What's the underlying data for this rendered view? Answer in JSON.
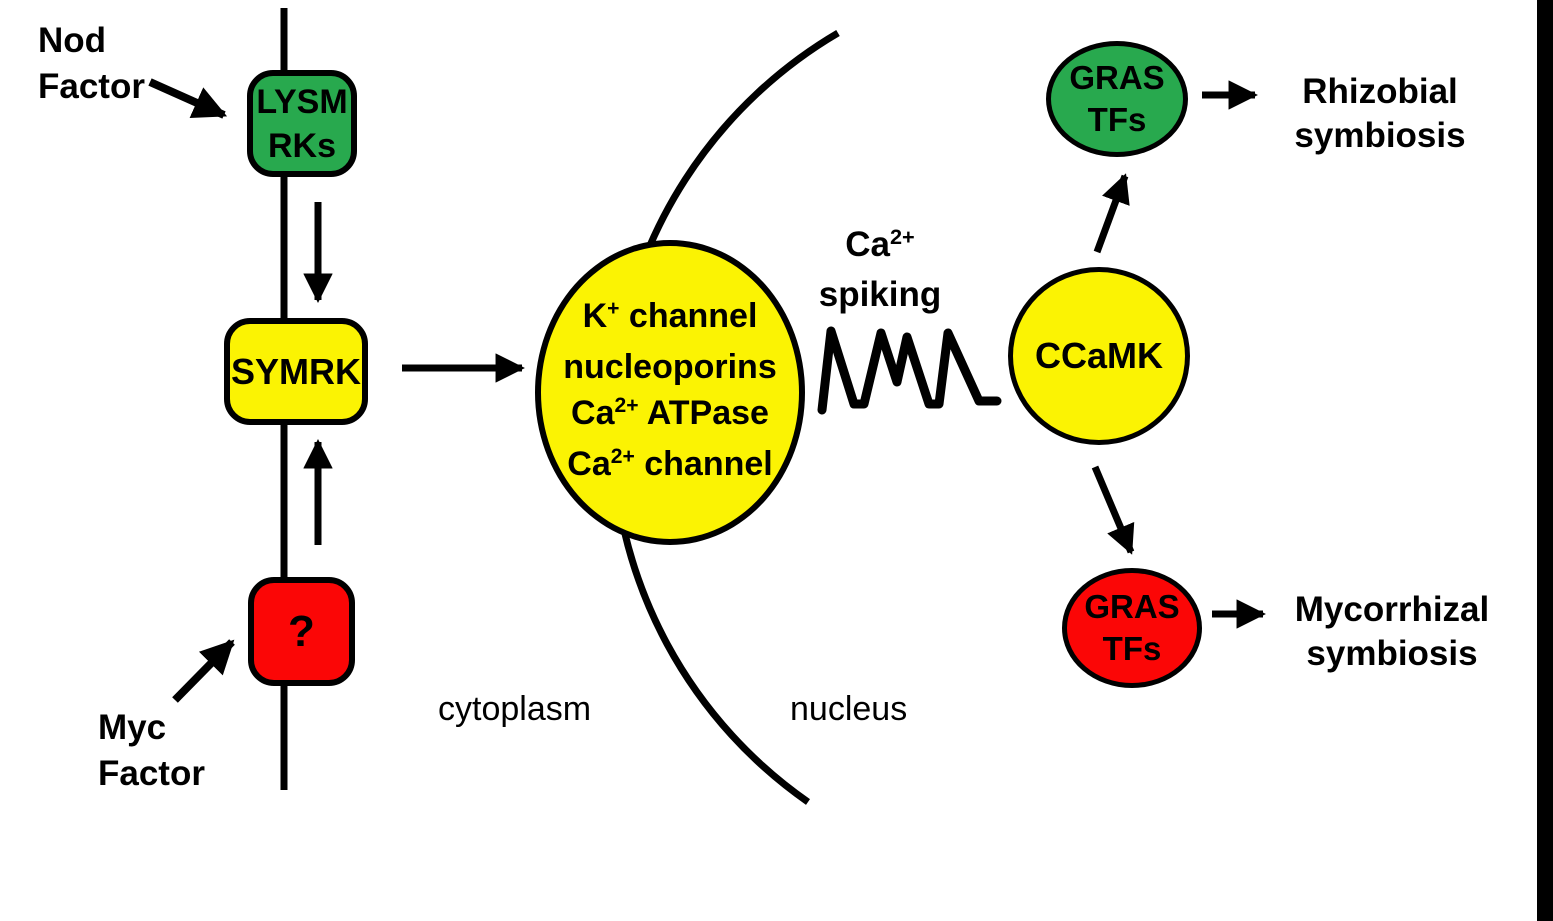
{
  "diagram": {
    "title_hint": "Symbiosis signaling pathway",
    "colors": {
      "green": "#28A94E",
      "yellow": "#FBF303",
      "red": "#FB0606",
      "stroke": "#000000",
      "background": "#FFFFFF"
    },
    "nod_factor": {
      "line1": "Nod",
      "line2": "Factor"
    },
    "lysm_rks": {
      "line1": "LYSM",
      "line2": "RKs"
    },
    "symrk": {
      "label": "SYMRK"
    },
    "unknown_receptor": {
      "label": "?"
    },
    "myc_factor": {
      "line1": "Myc",
      "line2": "Factor"
    },
    "nuclear_pore": {
      "line1": {
        "pre": "K",
        "sup": "+",
        "post": " channel"
      },
      "line2": {
        "pre": "nucleoporins"
      },
      "line3": {
        "pre": "Ca",
        "sup": "2+",
        "post": " ATPase"
      },
      "line4": {
        "pre": "Ca",
        "sup": "2+",
        "post": " channel"
      }
    },
    "compartments": {
      "cytoplasm": "cytoplasm",
      "nucleus": "nucleus"
    },
    "ca_spiking": {
      "pre": "Ca",
      "sup": "2+",
      "line2": "spiking"
    },
    "ccamk": {
      "label": "CCaMK"
    },
    "gras_green": {
      "line1": "GRAS",
      "line2": "TFs"
    },
    "rhizobial": {
      "line1": "Rhizobial",
      "line2": "symbiosis"
    },
    "gras_red": {
      "line1": "GRAS",
      "line2": "TFs"
    },
    "mycorrhizal": {
      "line1": "Mycorrhizal",
      "line2": "symbiosis"
    }
  }
}
